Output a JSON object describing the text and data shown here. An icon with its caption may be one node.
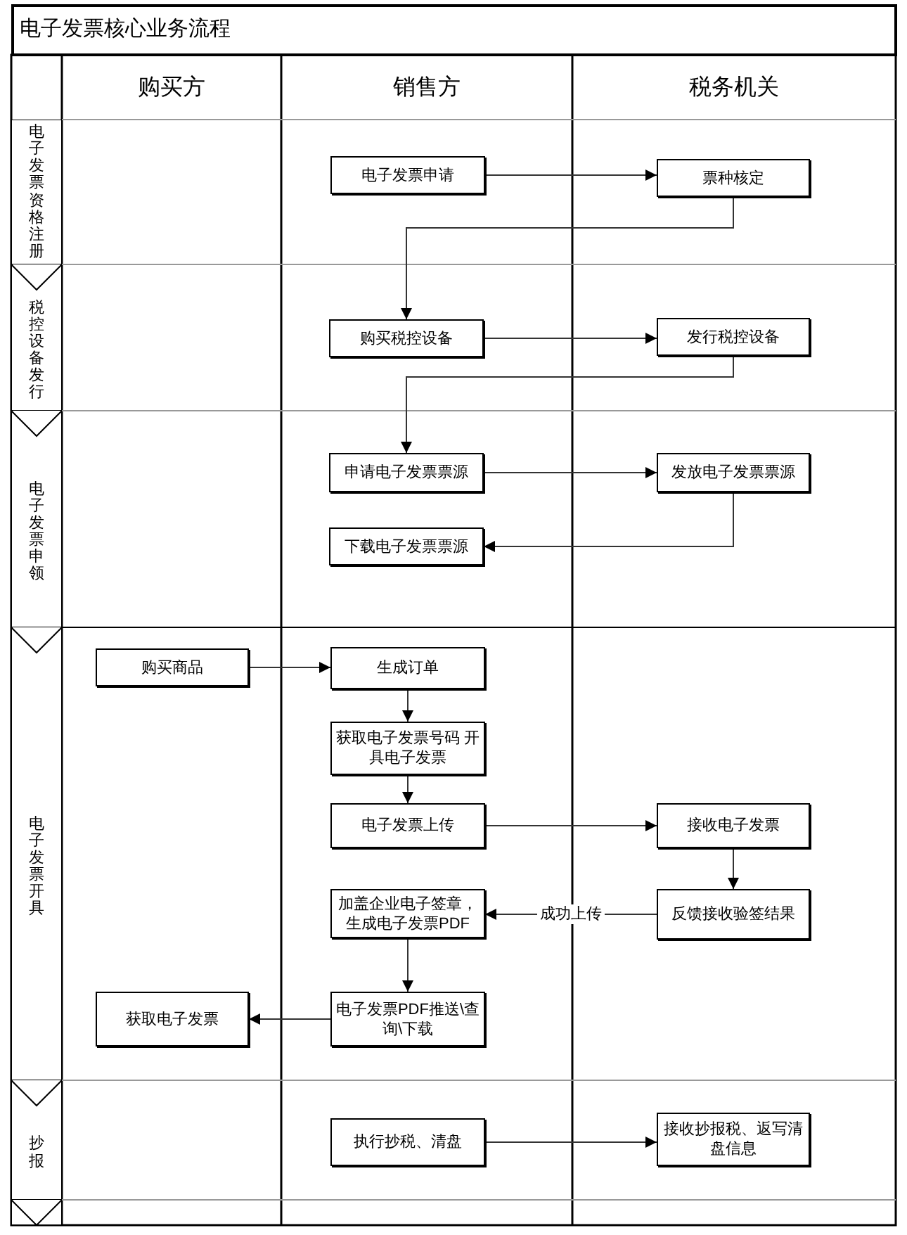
{
  "diagram": {
    "title": "电子发票核心业务流程",
    "nodes": [
      {
        "text": [
          "购买方"
        ]
      },
      {
        "text": [
          "销售方"
        ]
      },
      {
        "text": [
          "税务机关"
        ]
      },
      {
        "text": [
          "电子发票资格注册"
        ]
      },
      {
        "text": [
          "税控设备发行"
        ]
      },
      {
        "text": [
          "电子发票申领"
        ]
      },
      {
        "text": [
          "电子发票开具"
        ]
      },
      {
        "text": [
          "抄报"
        ]
      },
      {
        "text": [],
        "shape": "chevron"
      },
      {
        "text": [
          "电子发票申请"
        ]
      },
      {
        "text": [
          "票种核定"
        ]
      },
      {
        "text": [
          "购买税控设备"
        ]
      },
      {
        "text": [
          "发行税控设备"
        ]
      },
      {
        "text": [
          "申请电子发票票源"
        ]
      },
      {
        "text": [
          "发放电子发票票源"
        ]
      },
      {
        "text": [
          "下载电子发票票源"
        ]
      },
      {
        "text": [
          "购买商品"
        ]
      },
      {
        "text": [
          "生成订单"
        ]
      },
      {
        "text": [
          "获取电子发票号码 开具电子发票"
        ]
      },
      {
        "text": [
          "电子发票上传"
        ]
      },
      {
        "text": [
          "接收电子发票"
        ]
      },
      {
        "text": [
          "加盖企业电子签章，生成电子发票PDF"
        ]
      },
      {
        "text": [
          "反馈接收验签结果"
        ]
      },
      {
        "text": [
          "电子发票PDF推送\\查询\\下载"
        ]
      },
      {
        "text": [
          "获取电子发票"
        ]
      },
      {
        "text": [
          "执行抄税、清盘"
        ]
      },
      {
        "text": [
          "接收抄报税、返写清盘信息"
        ]
      }
    ],
    "edges": [
      {
        "from": 9,
        "to": 10,
        "arrow": "to"
      },
      {
        "from": 10,
        "to": 11,
        "arrow": "to"
      },
      {
        "from": 11,
        "to": 12,
        "arrow": "to"
      },
      {
        "from": 12,
        "to": 13,
        "arrow": "to"
      },
      {
        "from": 13,
        "to": 14,
        "arrow": "to"
      },
      {
        "from": 14,
        "to": 15,
        "arrow": "to"
      },
      {
        "from": 16,
        "to": 17,
        "arrow": "to"
      },
      {
        "from": 17,
        "to": 18,
        "arrow": "to"
      },
      {
        "from": 18,
        "to": 19,
        "arrow": "to"
      },
      {
        "from": 19,
        "to": 20,
        "arrow": "to"
      },
      {
        "from": 20,
        "to": 22,
        "arrow": "to"
      },
      {
        "from": 22,
        "to": 21,
        "arrow": "to",
        "label": "成功上传"
      },
      {
        "from": 21,
        "to": 23,
        "arrow": "to"
      },
      {
        "from": 23,
        "to": 24,
        "arrow": "to"
      },
      {
        "from": 25,
        "to": 26,
        "arrow": "to"
      }
    ]
  }
}
